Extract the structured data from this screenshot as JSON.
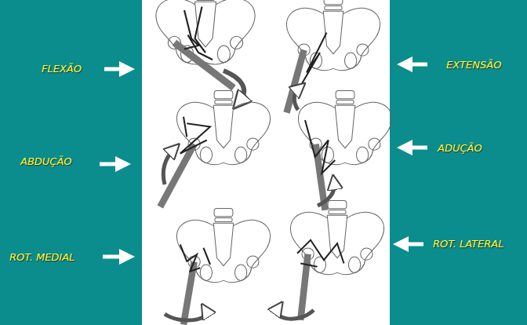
{
  "diagram": {
    "labels": [
      "FLEXÃO",
      "EXTENSÃO",
      "ABDUÇÃO",
      "ADUÇÃO",
      "ROT. MEDIAL",
      "ROT. LATERAL"
    ]
  }
}
